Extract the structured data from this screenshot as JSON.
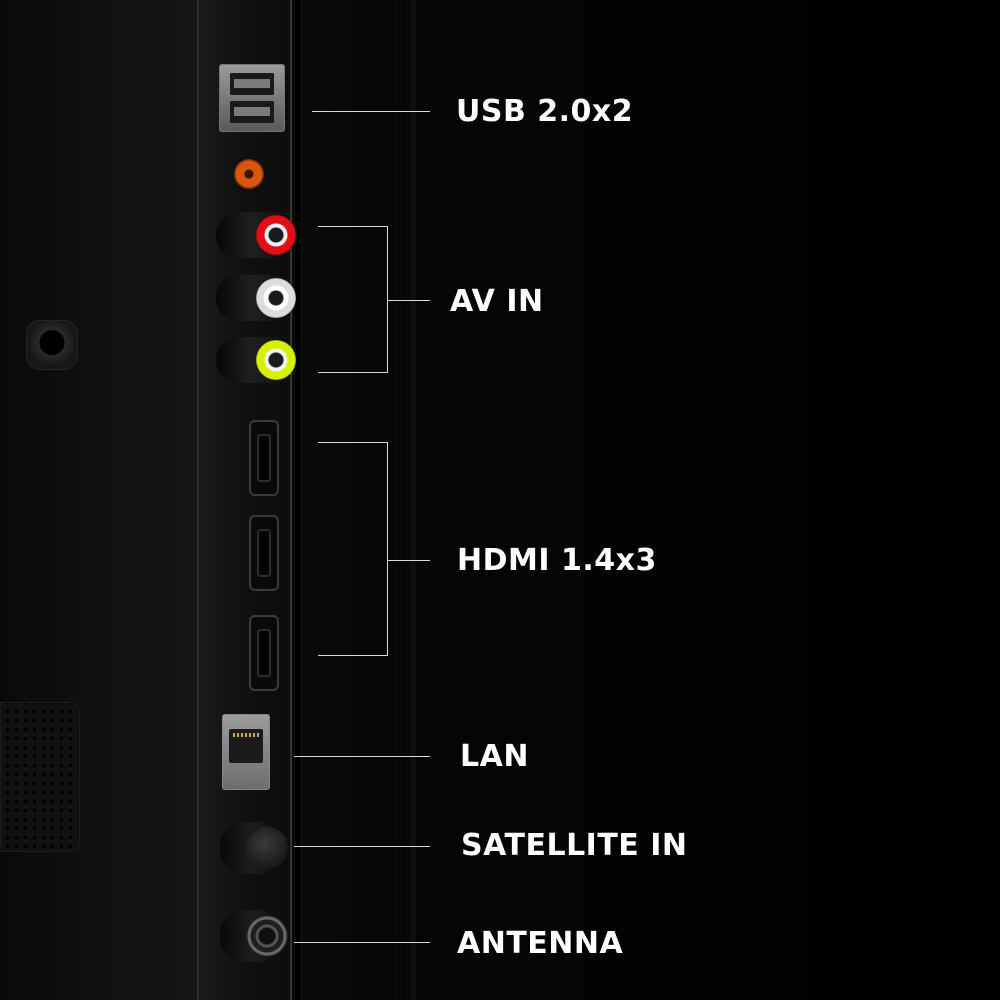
{
  "labels": {
    "usb": "USB 2.0x2",
    "av_in": "AV IN",
    "hdmi": "HDMI 1.4x3",
    "lan": "LAN",
    "satellite_in": "SATELLITE IN",
    "antenna": "ANTENNA"
  },
  "colors": {
    "background": "#000000",
    "label_text": "#ffffff",
    "leader_line": "#d8d8d8",
    "rca_red": "#e30d16",
    "rca_white": "#ffffff",
    "rca_yellow": "#d6f000",
    "audio_out_orange": "#d9560f"
  },
  "icons": [
    "usb-port-icon",
    "audio-out-port-icon",
    "rca-red-jack-icon",
    "rca-white-jack-icon",
    "rca-yellow-jack-icon",
    "hdmi-port-icon",
    "lan-port-icon",
    "satellite-coax-port-icon",
    "antenna-coax-port-icon"
  ]
}
